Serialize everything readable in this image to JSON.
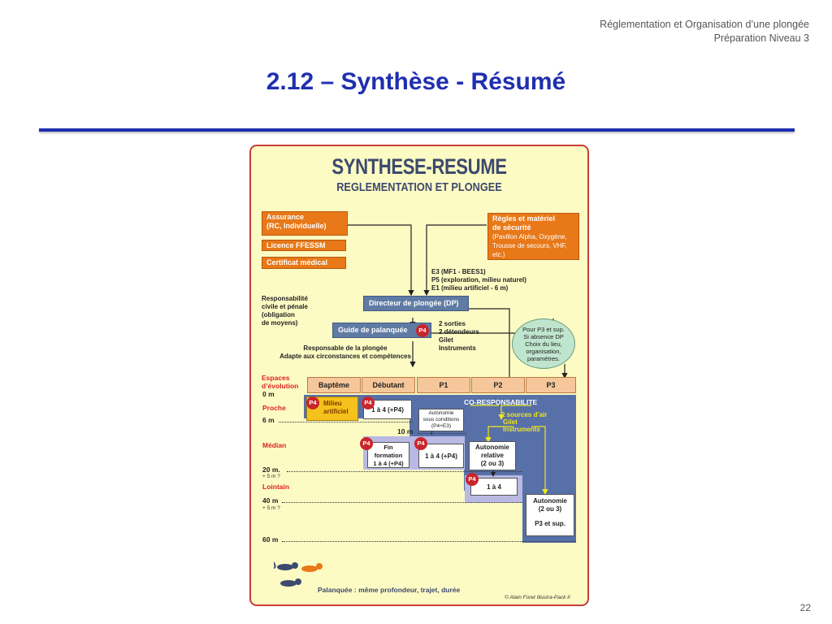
{
  "header": {
    "line1": "Réglementation et Organisation d’une plongée",
    "line2": "Préparation Niveau 3"
  },
  "slide_title": "2.12 – Synthèse - Résumé",
  "page_number": "22",
  "diagram": {
    "title": "SYNTHESE-RESUME",
    "subtitle": "REGLEMENTATION ET PLONGEE",
    "left_boxes": {
      "assurance1": "Assurance",
      "assurance2": "(RC, Individuelle)",
      "licence": "Licence FFESSM",
      "certificat": "Certificat médical"
    },
    "regles": {
      "l1": "Règles et matériel",
      "l2": "de sécurité",
      "l3": "(Pavillon Alpha, Oxygène,",
      "l4": "Trousse de secours, VHF,",
      "l5": " etc.)"
    },
    "qualif": {
      "l1": "E3 (MF1 - BEES1)",
      "l2": "P5 (exploration, milieu naturel)",
      "l3": "E1 (milieu artificiel - 6 m)"
    },
    "responsabilite": {
      "l1": "Responsabilité",
      "l2": "civile et pénale",
      "l3": "(obligation",
      "l4": "de moyens)"
    },
    "dp": "Directeur de plongée (DP)",
    "guide": "Guide de palanquée",
    "p4": "P4",
    "equip": {
      "l1": "2 sorties",
      "l2": "2 détendeurs",
      "l3": "Gilet",
      "l4": "Instruments"
    },
    "resp_plongee": {
      "l1": "Responsable de la plongée",
      "l2": "Adapte aux circonstances et compétences"
    },
    "bubble": {
      "l1": "Pour P3 et sup.",
      "l2": "Si absence DP",
      "l3": "Choix du lieu,",
      "l4": "organisation,",
      "l5": "paramètres."
    },
    "espaces": {
      "l1": "Espaces",
      "l2": "d’évolution"
    },
    "levels": [
      "Baptême",
      "Débutant",
      "P1",
      "P2",
      "P3"
    ],
    "zones": {
      "proche": "Proche",
      "median": "Médian",
      "lointain": "Lointain"
    },
    "depths": {
      "d0": "0 m",
      "d6": "6 m",
      "d10": "10 m",
      "d20": "20 m.",
      "d40": "40 m",
      "d60": "60 m",
      "plus5a": "+ 5 m ?",
      "plus5b": "+ 5 m ?"
    },
    "coresp": "CO-RESPONSABILITE",
    "milieu": {
      "l1": "Milieu",
      "l2": "artificiel"
    },
    "un_a_quatre": "1 à 4 (+P4)",
    "auto_cond": {
      "l1": "Autonomie",
      "l2": "sous conditions",
      "l3": "(P4+E3)"
    },
    "sources": {
      "l1": "2 sources d’air",
      "l2": "Gilet",
      "l3": "Instruments"
    },
    "fin_formation": {
      "l1": "Fin",
      "l2": "formation",
      "l3": "1 à 4 (+P4)"
    },
    "un_a_quatre_b": "1 à 4 (+P4)",
    "auto_relative": {
      "l1": "Autonomie",
      "l2": "relative",
      "l3": "(2 ou 3)"
    },
    "un_a_quatre_c": "1 à 4",
    "auto_p3": {
      "l1": "Autonomie",
      "l2": "(2 ou 3)",
      "l3": "P3 et sup."
    },
    "palanquee": "Palanquée : même profondeur, trajet, durée",
    "credit": "©  Alain Foret  Illustra-Pack II"
  }
}
